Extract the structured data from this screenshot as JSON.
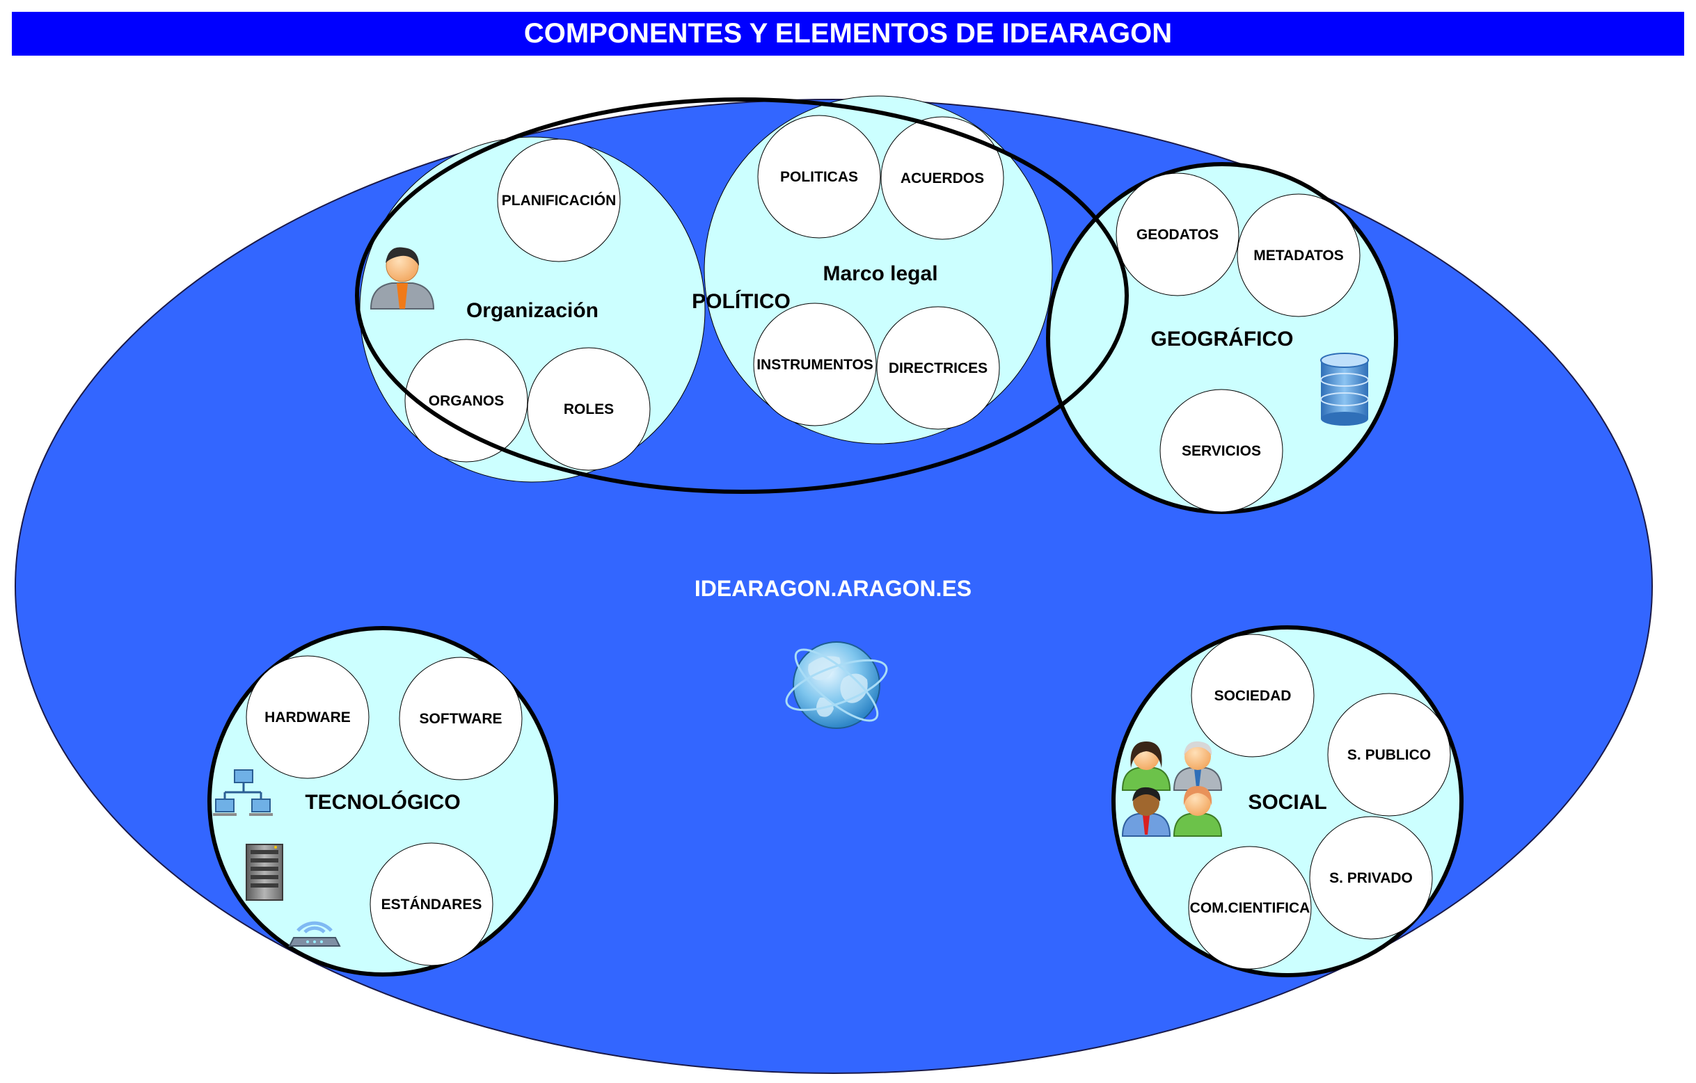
{
  "title": "COMPONENTES Y ELEMENTOS DE IDEARAGON",
  "center_label": "IDEARAGON.ARAGON.ES",
  "colors": {
    "banner": "#0000ff",
    "main_ellipse": "#3366ff",
    "group_fill": "#ccffff",
    "item_fill": "#ffffff"
  },
  "politico": {
    "label": "POLÍTICO",
    "organizacion": {
      "label": "Organización",
      "items": [
        "PLANIFICACIÓN",
        "ORGANOS",
        "ROLES"
      ]
    },
    "marco_legal": {
      "label": "Marco legal",
      "items": [
        "POLITICAS",
        "ACUERDOS",
        "INSTRUMENTOS",
        "DIRECTRICES"
      ]
    }
  },
  "geografico": {
    "label": "GEOGRÁFICO",
    "items": [
      "GEODATOS",
      "METADATOS",
      "SERVICIOS"
    ]
  },
  "tecnologico": {
    "label": "TECNOLÓGICO",
    "items": [
      "HARDWARE",
      "SOFTWARE",
      "ESTÁNDARES"
    ]
  },
  "social": {
    "label": "SOCIAL",
    "items": [
      "SOCIEDAD",
      "S. PUBLICO",
      "S. PRIVADO",
      "COM.CIENTIFICA"
    ]
  },
  "icons": [
    "person-icon",
    "database-icon",
    "network-icon",
    "server-icon",
    "router-icon",
    "people-group-icon",
    "globe-icon"
  ]
}
